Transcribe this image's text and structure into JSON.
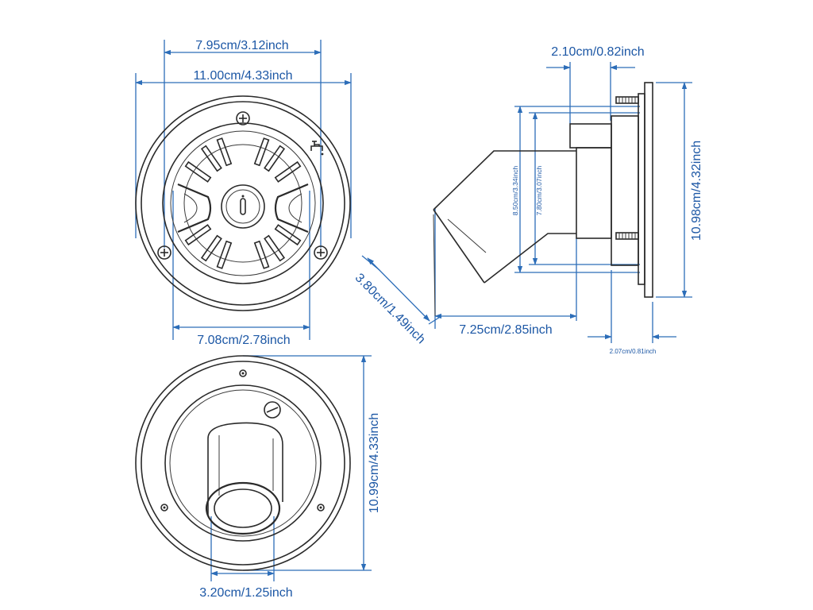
{
  "top_view": {
    "inner_rim_width": "7.95cm/3.12inch",
    "outer_diameter": "11.00cm/4.33inch",
    "cup_diameter": "7.08cm/2.78inch"
  },
  "side_view": {
    "stem_width": "2.10cm/0.82inch",
    "total_height": "10.98cm/4.32inch",
    "body_height_outer": "8.50cm/3.34inch",
    "body_height_inner": "7.80cm/3.07inch",
    "spout_width": "3.80cm/1.49inch",
    "depth": "7.25cm/2.85inch",
    "flange_depth": "2.07cm/0.81inch"
  },
  "bottom_view": {
    "outer_diameter": "10.99cm/4.33inch",
    "inlet_diameter": "3.20cm/1.25inch"
  },
  "colors": {
    "dimension": "#1c57a5",
    "line": "#2a2a2a"
  }
}
